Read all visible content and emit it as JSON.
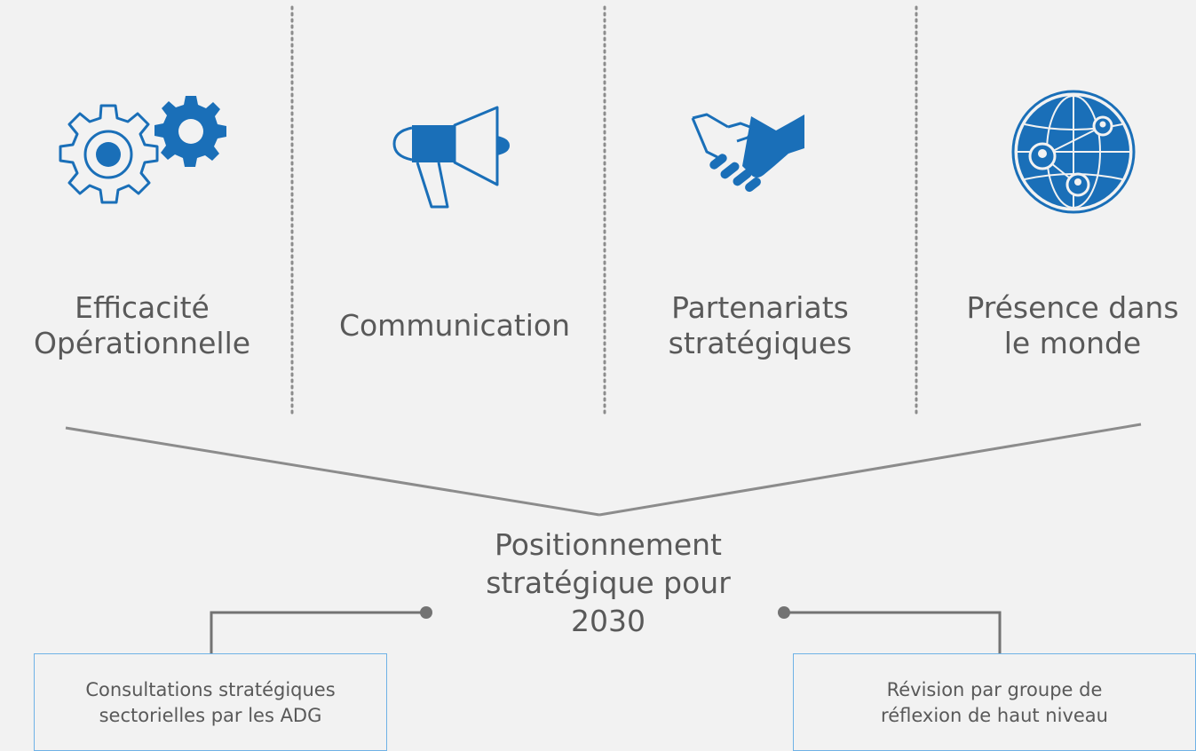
{
  "pillars": [
    {
      "line1": "Efficacité",
      "line2": "Opérationnelle",
      "icon": "gears-icon"
    },
    {
      "line1": "Communication",
      "line2": "",
      "icon": "megaphone-icon"
    },
    {
      "line1": "Partenariats",
      "line2": "stratégiques",
      "icon": "handshake-icon"
    },
    {
      "line1": "Présence dans",
      "line2": "le monde",
      "icon": "globe-icon"
    }
  ],
  "center": {
    "line1": "Positionnement",
    "line2": "stratégique pour",
    "line3": "2030"
  },
  "inputs": {
    "left": {
      "line1": "Consultations stratégiques",
      "line2": "sectorielles par les ADG"
    },
    "right": {
      "line1": "Révision par groupe de",
      "line2": "réflexion de haut niveau"
    }
  },
  "colors": {
    "accent": "#1a6fb8",
    "text": "#595959",
    "connector": "#8c8c8c",
    "box_border": "#6fb2e6",
    "background": "#f2f2f2"
  }
}
